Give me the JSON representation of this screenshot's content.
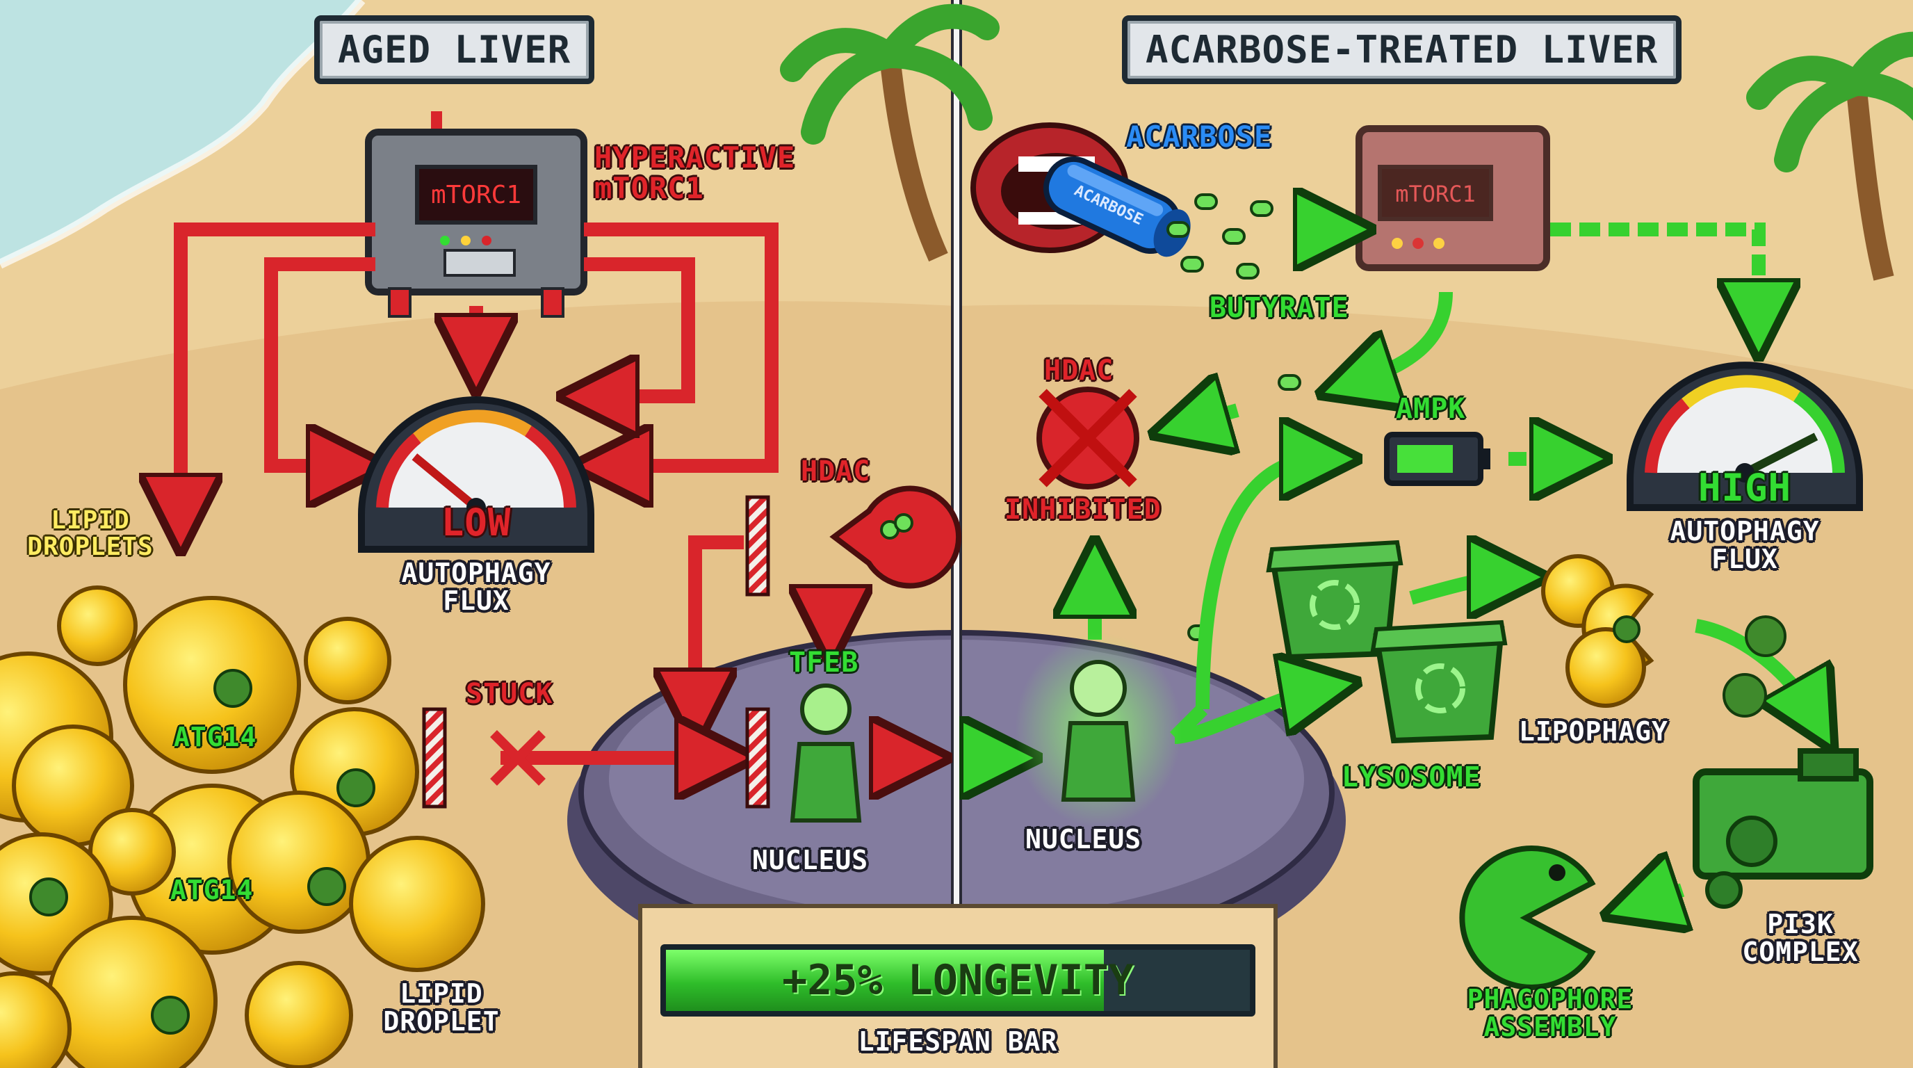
{
  "panels": {
    "left": {
      "title": "AGED LIVER",
      "mtorc1_label": "HYPERACTIVE\nmTORC1",
      "mtorc1_screen": "mTORC1",
      "gauge_value_label": "LOW",
      "gauge_caption": "AUTOPHAGY\nFLUX",
      "hdac": "HDAC",
      "tfeb": "TFEB",
      "stuck": "STUCK",
      "nucleus": "NUCLEUS",
      "lipid_droplets": "LIPID\nDROPLETS",
      "lipid_droplet": "LIPID\nDROPLET",
      "atg14_a": "ATG14",
      "atg14_b": "ATG14"
    },
    "right": {
      "title": "ACARBOSE-TREATED LIVER",
      "acarbose": "ACARBOSE",
      "pill_text": "ACARBOSE",
      "mtorc1_screen": "mTORC1",
      "butyrate": "BUTYRATE",
      "hdac": "HDAC",
      "inhibited": "INHIBITED",
      "ampk": "AMPK",
      "gauge_value_label": "HIGH",
      "gauge_caption": "AUTOPHAGY\nFLUX",
      "nucleus": "NUCLEUS",
      "lysosome": "LYSOSOME",
      "lipophagy": "LIPOPHAGY",
      "pi3k": "PI3K\nCOMPLEX",
      "phagophore": "PHAGOPHORE\nASSEMBLY"
    }
  },
  "gauges": {
    "left_level": 0.22,
    "right_level": 0.85
  },
  "lifespan": {
    "text": "+25% LONGEVITY",
    "label": "LIFESPAN BAR",
    "fill_fraction": 0.75
  },
  "colors": {
    "sand": "#e9c98f",
    "inhibit_red": "#d9252b",
    "activate_green": "#37d12f",
    "lipid_yellow": "#f6c31c",
    "nucleus_purple": "#6d6688"
  },
  "icons": [
    "mtorc1-machine-icon",
    "gauge-icon",
    "hdac-pacman-icon",
    "nucleus-figure-icon",
    "palm-tree-icon",
    "mouth-icon",
    "acarbose-pill-icon",
    "battery-icon",
    "recycle-bin-icon",
    "pi3k-machine-icon",
    "pacman-icon",
    "cursor-icon"
  ]
}
